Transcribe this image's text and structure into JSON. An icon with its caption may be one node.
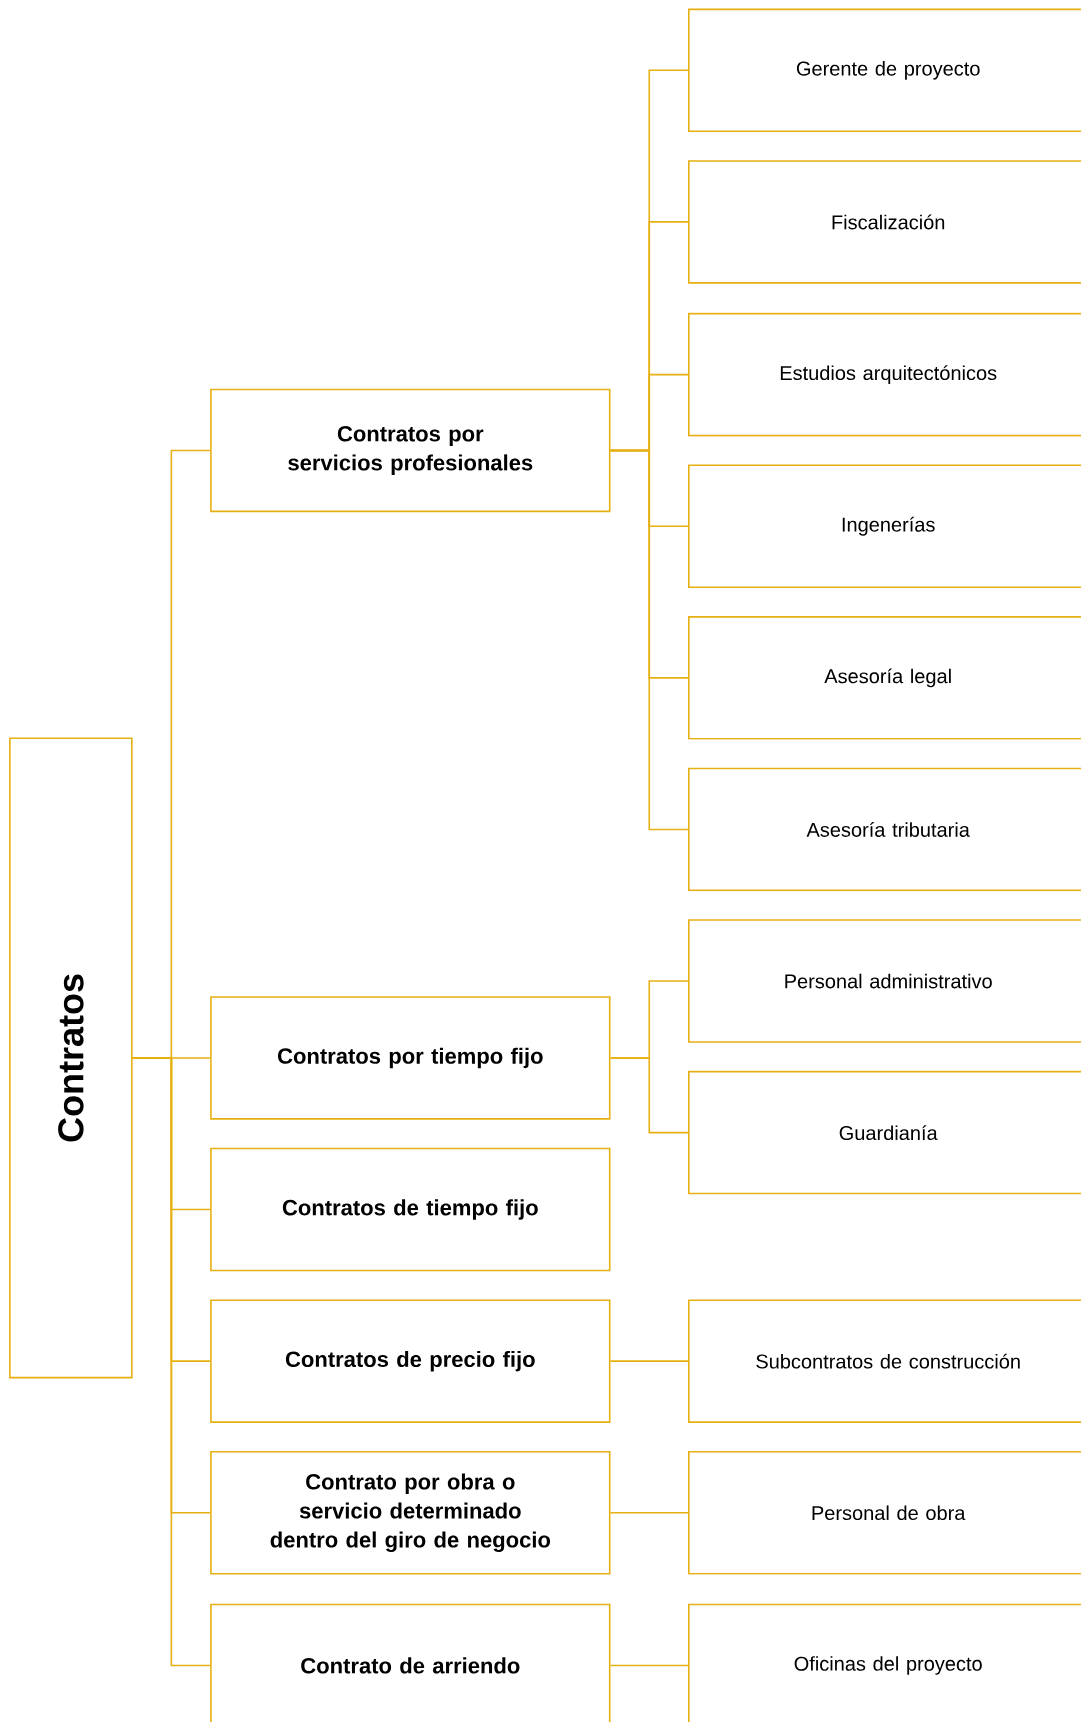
{
  "diagram": {
    "nodes": [
      {
        "text": [
          "Contratos"
        ]
      },
      {
        "text": [
          "Contratos por servicios profesionales"
        ]
      },
      {
        "text": [
          "Gerente de proyecto"
        ]
      },
      {
        "text": [
          "Fiscalización"
        ]
      },
      {
        "text": [
          "Estudios arquitectónicos"
        ]
      },
      {
        "text": [
          "Ingenerías"
        ]
      },
      {
        "text": [
          "Asesoría legal"
        ]
      },
      {
        "text": [
          "Asesoría tributaria"
        ]
      },
      {
        "text": [
          "Contratos por tiempo fijo"
        ]
      },
      {
        "text": [
          "Personal administrativo"
        ]
      },
      {
        "text": [
          "Guardianía"
        ]
      },
      {
        "text": [
          "Contratos de tiempo fijo"
        ]
      },
      {
        "text": [
          "Contratos de precio fijo"
        ]
      },
      {
        "text": [
          "Subcontratos de construcción"
        ]
      },
      {
        "text": [
          "Contrato por obra o servicio determinado dentro del giro de negocio"
        ]
      },
      {
        "text": [
          "Personal de obra"
        ]
      },
      {
        "text": [
          "Contrato de arriendo"
        ]
      },
      {
        "text": [
          "Oficinas del proyecto"
        ]
      }
    ],
    "edges": [
      {
        "from": 0,
        "to": 1,
        "arrow": "none"
      },
      {
        "from": 0,
        "to": 8,
        "arrow": "none"
      },
      {
        "from": 0,
        "to": 11,
        "arrow": "none"
      },
      {
        "from": 0,
        "to": 12,
        "arrow": "none"
      },
      {
        "from": 0,
        "to": 14,
        "arrow": "none"
      },
      {
        "from": 0,
        "to": 16,
        "arrow": "none"
      },
      {
        "from": 1,
        "to": 2,
        "arrow": "none"
      },
      {
        "from": 1,
        "to": 3,
        "arrow": "none"
      },
      {
        "from": 1,
        "to": 4,
        "arrow": "none"
      },
      {
        "from": 1,
        "to": 5,
        "arrow": "none"
      },
      {
        "from": 1,
        "to": 6,
        "arrow": "none"
      },
      {
        "from": 1,
        "to": 7,
        "arrow": "none"
      },
      {
        "from": 8,
        "to": 9,
        "arrow": "none"
      },
      {
        "from": 8,
        "to": 10,
        "arrow": "none"
      },
      {
        "from": 12,
        "to": 13,
        "arrow": "none"
      },
      {
        "from": 14,
        "to": 15,
        "arrow": "none"
      },
      {
        "from": 16,
        "to": 17,
        "arrow": "none"
      }
    ]
  }
}
